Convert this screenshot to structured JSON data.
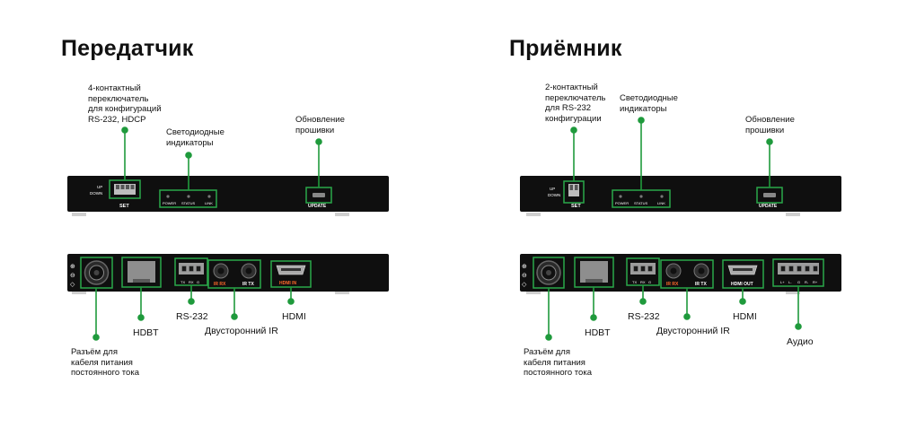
{
  "accent": "#1f9a3c",
  "panel": {
    "body": "#0f0f0f",
    "silkscreen": "#ffffff",
    "port_outline": "#2aa84a"
  },
  "transmitter": {
    "title": "Передатчик",
    "callouts": {
      "switch": [
        "4-контактный",
        "переключатель",
        "для конфигураций",
        "RS-232, HDCP"
      ],
      "leds": [
        "Светодиодные",
        "индикаторы"
      ],
      "update": [
        "Обновление",
        "прошивки"
      ],
      "power": [
        "Разъём для",
        "кабеля питания",
        "постоянного тока"
      ],
      "hdbt": "HDBT",
      "rs232": "RS-232",
      "ir": "Двусторонний IR",
      "hdmi": "HDMI"
    },
    "silk": {
      "up": "UP",
      "down": "DOWN",
      "set": "SET",
      "power": "POWER",
      "status": "STATUS",
      "link": "LINK",
      "update": "UPDATE",
      "rs_pins": [
        "TX",
        "RX",
        "G"
      ],
      "ir_rx": "IR RX",
      "ir_tx": "IR TX",
      "hdmi": "HDMI IN"
    }
  },
  "receiver": {
    "title": "Приёмник",
    "callouts": {
      "switch": [
        "2-контактный",
        "переключатель",
        "для RS-232",
        "конфигурации"
      ],
      "leds": [
        "Светодиодные",
        "индикаторы"
      ],
      "update": [
        "Обновление",
        "прошивки"
      ],
      "power": [
        "Разъём для",
        "кабеля питания",
        "постоянного тока"
      ],
      "hdbt": "HDBT",
      "rs232": "RS-232",
      "ir": "Двусторонний IR",
      "hdmi": "HDMI",
      "audio": "Аудио"
    },
    "silk": {
      "up": "UP",
      "down": "DOWN",
      "set": "SET",
      "power": "POWER",
      "status": "STATUS",
      "link": "LINK",
      "update": "UPDATE",
      "rs_pins": [
        "TX",
        "RX",
        "G"
      ],
      "ir_rx": "IR RX",
      "ir_tx": "IR TX",
      "hdmi": "HDMI OUT",
      "audio_pins": [
        "L+",
        "L-",
        "G",
        "R-",
        "R+"
      ]
    }
  }
}
